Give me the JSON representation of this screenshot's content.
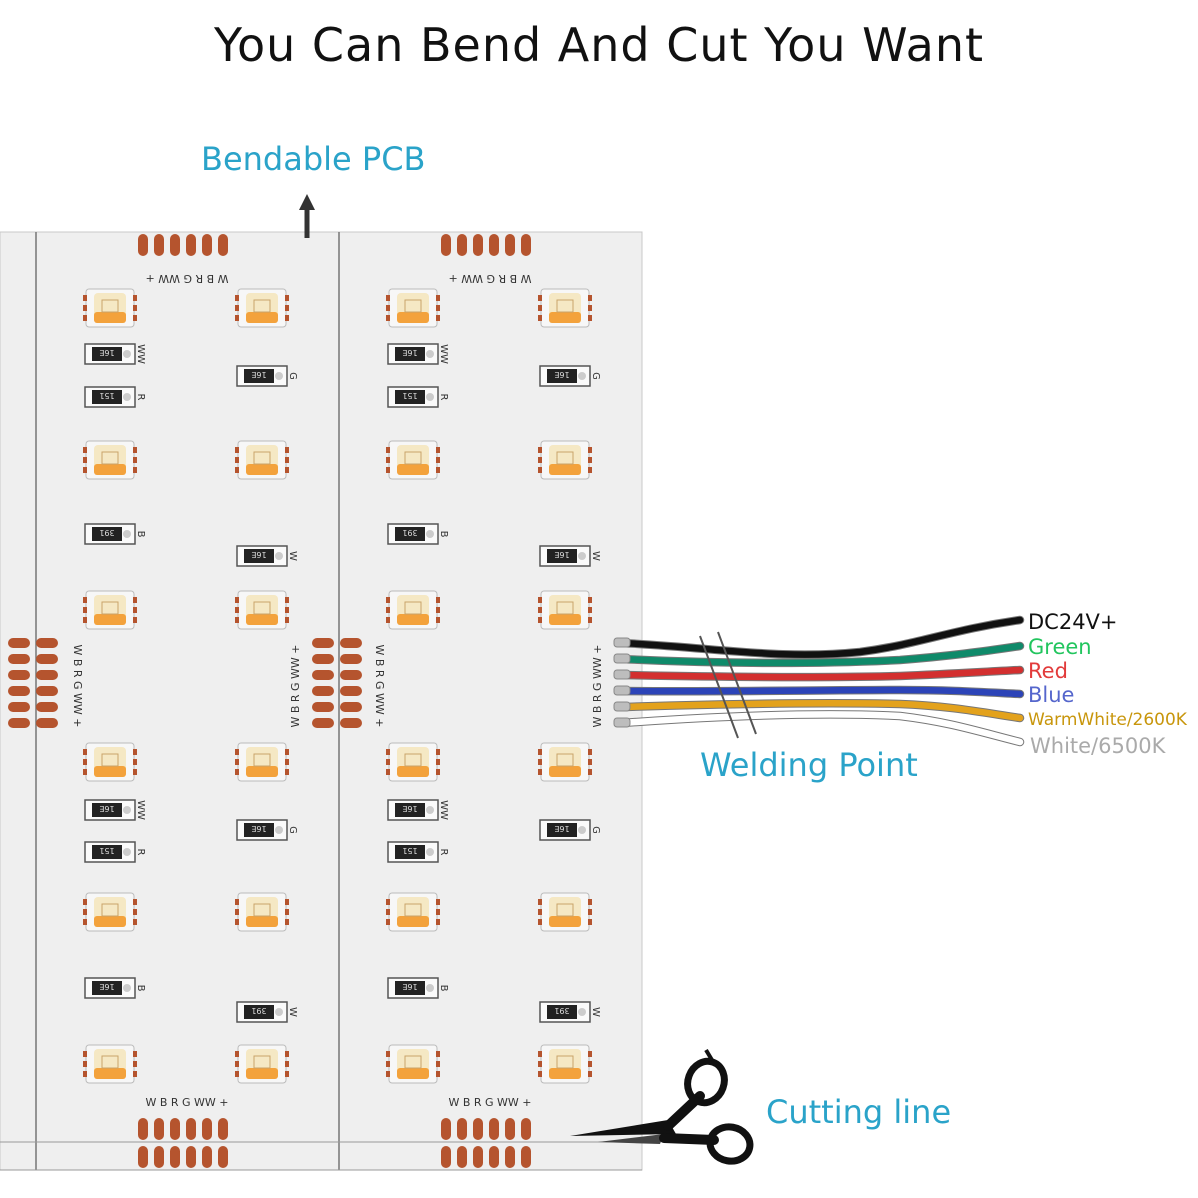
{
  "title": "You Can Bend And Cut You Want",
  "callouts": {
    "bendable": "Bendable PCB",
    "welding": "Welding Point",
    "cutting": "Cutting line"
  },
  "pad_labels": {
    "top": "W B R G WW +",
    "side": "W B R G WW +"
  },
  "resistor_codes": [
    "391",
    "151",
    "16E"
  ],
  "wires": [
    {
      "label": "DC24V+",
      "color": "#111111"
    },
    {
      "label": "Green",
      "color": "#22c55e"
    },
    {
      "label": "Red",
      "color": "#e23b3b"
    },
    {
      "label": "Blue",
      "color": "#5566cc"
    },
    {
      "label": "WarmWhite/2600K",
      "color": "#c8960c"
    },
    {
      "label": "White/6500K",
      "color": "#aaaaaa"
    }
  ],
  "colors": {
    "callout": "#2aa3c9",
    "pcb": "#ededed",
    "copper": "#b5542e"
  }
}
